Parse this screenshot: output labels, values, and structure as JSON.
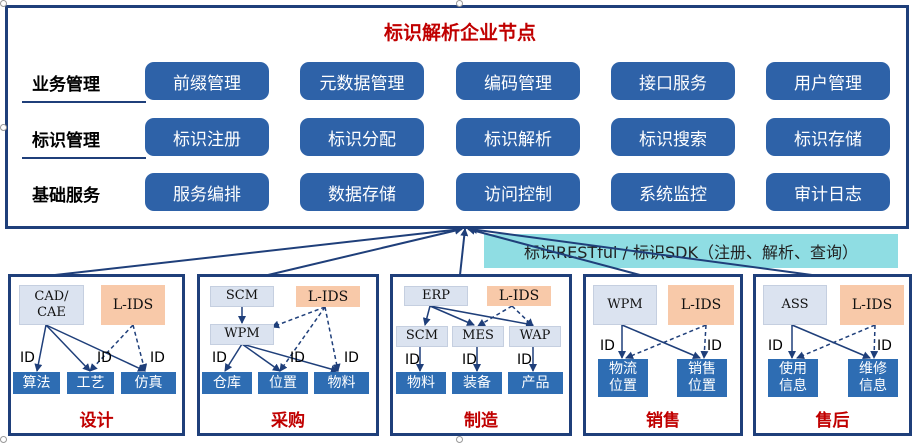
{
  "top": {
    "title": "标识解析企业节点",
    "rows": [
      {
        "label": "业务管理",
        "items": [
          "前缀管理",
          "元数据管理",
          "编码管理",
          "接口服务",
          "用户管理"
        ]
      },
      {
        "label": "标识管理",
        "items": [
          "标识注册",
          "标识分配",
          "标识解析",
          "标识搜索",
          "标识存储"
        ]
      },
      {
        "label": "基础服务",
        "items": [
          "服务编排",
          "数据存储",
          "访问控制",
          "系统监控",
          "审计日志"
        ]
      }
    ]
  },
  "api_label": "标识RESTful / 标识SDK（注册、解析、查询）",
  "id_label": "ID",
  "panels": {
    "design": {
      "title": "设计",
      "sys": "CAD/\nCAE",
      "lids": "L-IDS",
      "outputs": [
        "算法",
        "工艺",
        "仿真"
      ]
    },
    "purchase": {
      "title": "采购",
      "scm": "SCM",
      "wpm": "WPM",
      "lids": "L-IDS",
      "outputs": [
        "仓库",
        "位置",
        "物料"
      ]
    },
    "manufacture": {
      "title": "制造",
      "erp": "ERP",
      "lids": "L-IDS",
      "scm": "SCM",
      "mes": "MES",
      "wap": "WAP",
      "outputs": [
        "物料",
        "装备",
        "产品"
      ]
    },
    "sales": {
      "title": "销售",
      "sys": "WPM",
      "lids": "L-IDS",
      "outputs": [
        "物流\n位置",
        "销售\n位置"
      ]
    },
    "aftersales": {
      "title": "售后",
      "sys": "ASS",
      "lids": "L-IDS",
      "outputs": [
        "使用\n信息",
        "维修\n信息"
      ]
    }
  }
}
